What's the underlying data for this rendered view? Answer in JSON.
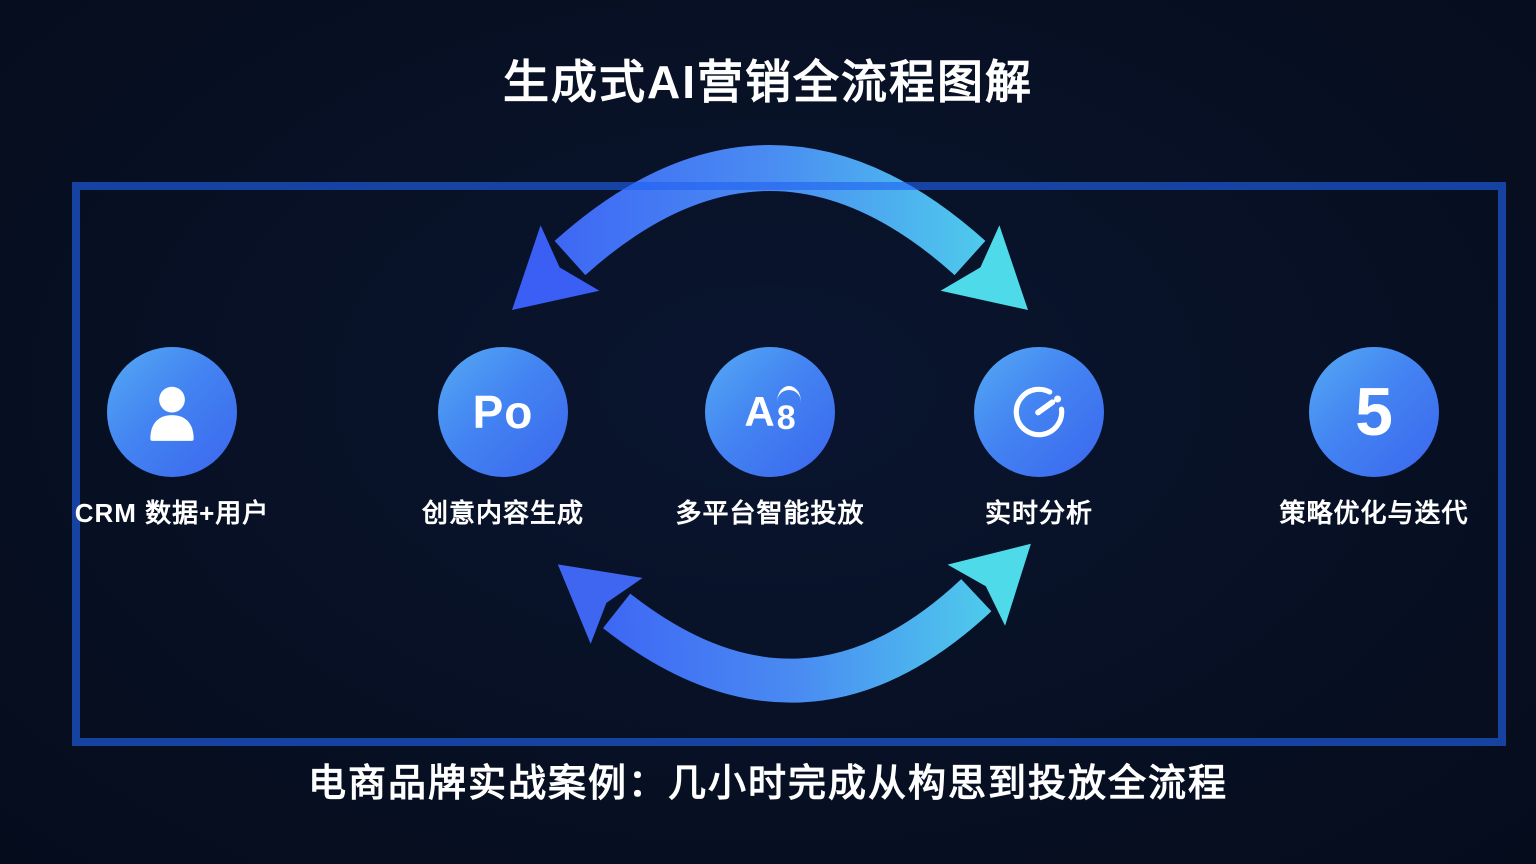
{
  "title": "生成式AI营销全流程图解",
  "caption": "电商品牌实战案例：几小时完成从构思到投放全流程",
  "steps": [
    {
      "icon": "user-icon",
      "label": "CRM 数据+用户"
    },
    {
      "icon": "po-logo-icon",
      "icon_text": "Po",
      "label": "创意内容生成"
    },
    {
      "icon": "translate-icon",
      "icon_text_a": "A",
      "icon_text_b": "8",
      "label": "多平台智能投放"
    },
    {
      "icon": "gauge-icon",
      "label": "实时分析"
    },
    {
      "icon": "number-badge",
      "icon_text": "5",
      "label": "策略优化与迭代"
    }
  ],
  "colors": {
    "background": "#071023",
    "frame_border": "#2062F0",
    "circle_gradient_start": "#55AAF4",
    "circle_gradient_end": "#3B66EE",
    "arrow_gradient_start": "#3B5EF5",
    "arrow_gradient_mid": "#4A8CF2",
    "arrow_gradient_end": "#4FDAEA",
    "text": "#FFFFFF"
  }
}
